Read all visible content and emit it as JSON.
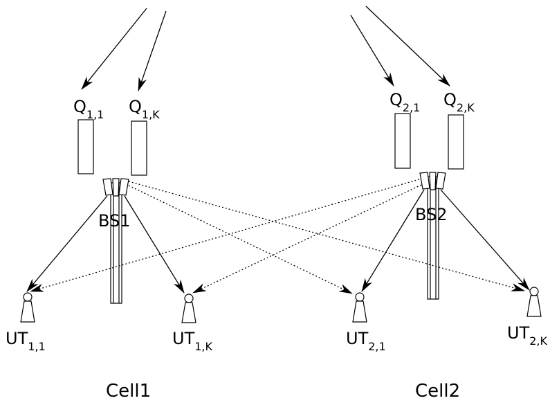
{
  "cells": [
    {
      "name": "Cell1",
      "bs_label": "BS1",
      "queues": [
        {
          "base": "Q",
          "sub": "1,1"
        },
        {
          "base": "Q",
          "sub": "1,K"
        }
      ],
      "users": [
        {
          "base": "UT",
          "sub": "1,1"
        },
        {
          "base": "UT",
          "sub": "1,K"
        }
      ]
    },
    {
      "name": "Cell2",
      "bs_label": "BS2",
      "queues": [
        {
          "base": "Q",
          "sub": "2,1"
        },
        {
          "base": "Q",
          "sub": "2,K"
        }
      ],
      "users": [
        {
          "base": "UT",
          "sub": "2,1"
        },
        {
          "base": "UT",
          "sub": "2,K"
        }
      ]
    }
  ]
}
